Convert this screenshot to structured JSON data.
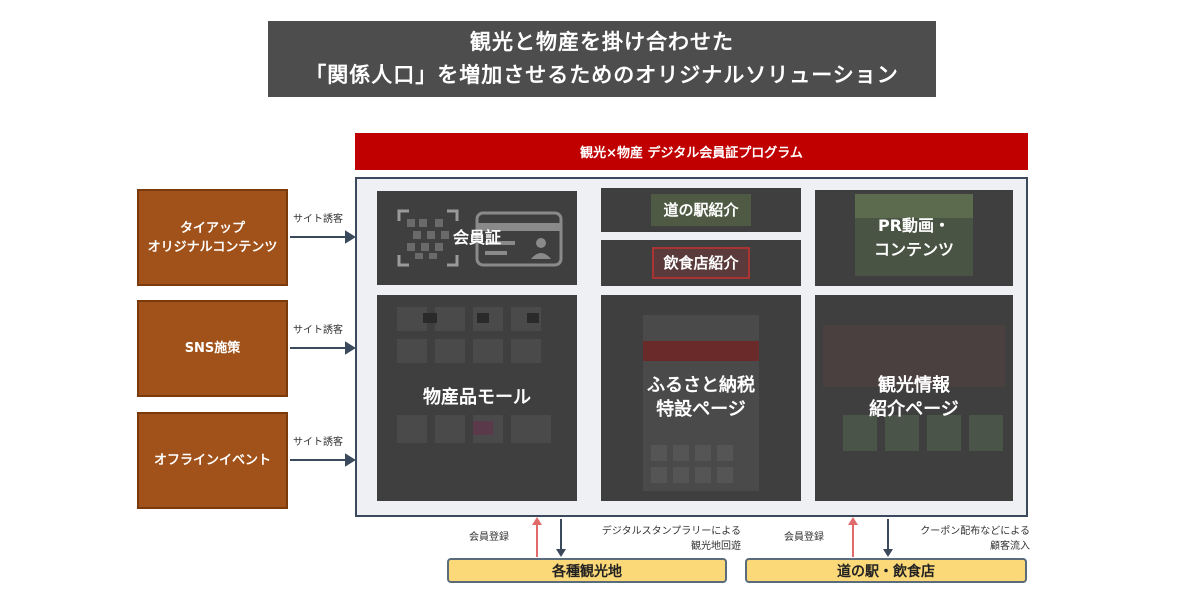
{
  "title": {
    "line1": "観光と物産を掛け合わせた",
    "line2": "「関係人口」を増加させるためのオリジナルソリューション"
  },
  "program": {
    "banner": "観光×物産 デジタル会員証プログラム"
  },
  "panels": {
    "membership_card": "会員証",
    "roadside_station": "道の駅紹介",
    "restaurants": "飲食店紹介",
    "pr_video_line1": "PR動画・",
    "pr_video_line2": "コンテンツ",
    "product_mall": "物産品モール",
    "furusato_line1": "ふるさと納税",
    "furusato_line2": "特設ページ",
    "tourism_line1": "観光情報",
    "tourism_line2": "紹介ページ"
  },
  "sources": [
    {
      "line1": "タイアップ",
      "line2": "オリジナルコンテンツ",
      "arrow_label": "サイト誘客"
    },
    {
      "line1": "SNS施策",
      "line2": "",
      "arrow_label": "サイト誘客"
    },
    {
      "line1": "オフラインイベント",
      "line2": "",
      "arrow_label": "サイト誘客"
    }
  ],
  "bottom": {
    "left": {
      "register_label": "会員登録",
      "flow_line1": "デジタルスタンプラリーによる",
      "flow_line2": "観光地回遊",
      "box": "各種観光地"
    },
    "right": {
      "register_label": "会員登録",
      "flow_line1": "クーポン配布などによる",
      "flow_line2": "顧客流入",
      "box": "道の駅・飲食店"
    }
  },
  "colors": {
    "title_bg": "#4d4d4d",
    "banner_red": "#c00000",
    "source_brown": "#a0521a",
    "bottom_yellow": "#fbd978",
    "arrow_red": "#e06b6b",
    "arrow_navy": "#3a4a5c"
  }
}
